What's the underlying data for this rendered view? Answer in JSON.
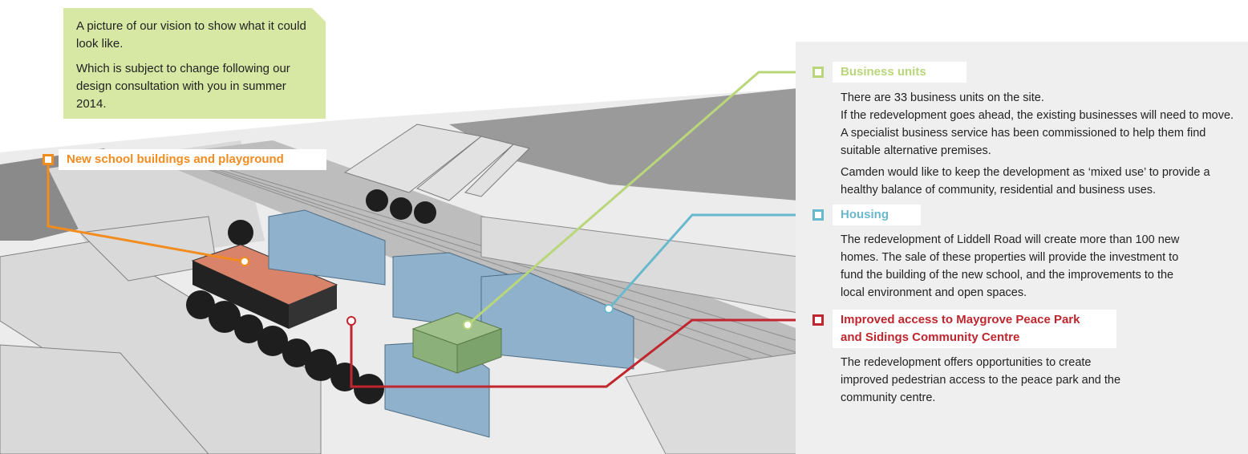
{
  "vision_note": {
    "line1": "A picture of our vision to show what it could look like.",
    "line2": "Which is subject to change following our design consultation with you in summer 2014."
  },
  "callouts": {
    "school": {
      "label": "New school buildings and playground",
      "color": "#f28c1e"
    },
    "business": {
      "label": "Business units",
      "color": "#b9d77a",
      "text1": "There are 33 business units on the site.",
      "text2": "If the redevelopment goes ahead, the existing businesses will need to move. A specialist business service has been commissioned to help them find suitable alternative premises.",
      "text3": "Camden would like to keep the development as ‘mixed use’ to provide a healthy balance of community, residential and business uses."
    },
    "housing": {
      "label": "Housing",
      "color": "#69b9cc",
      "text1": "The redevelopment of Liddell Road will create more than 100 new homes. The sale of these properties will provide the investment to fund the building of the new school, and the improvements to the local environment and open spaces."
    },
    "access": {
      "label_line1": "Improved access to Maygrove Peace Park",
      "label_line2": "and Sidings Community Centre",
      "color": "#c0262d",
      "text1": "The redevelopment offers opportunities to create improved pedestrian access to the peace park and the community centre."
    }
  }
}
